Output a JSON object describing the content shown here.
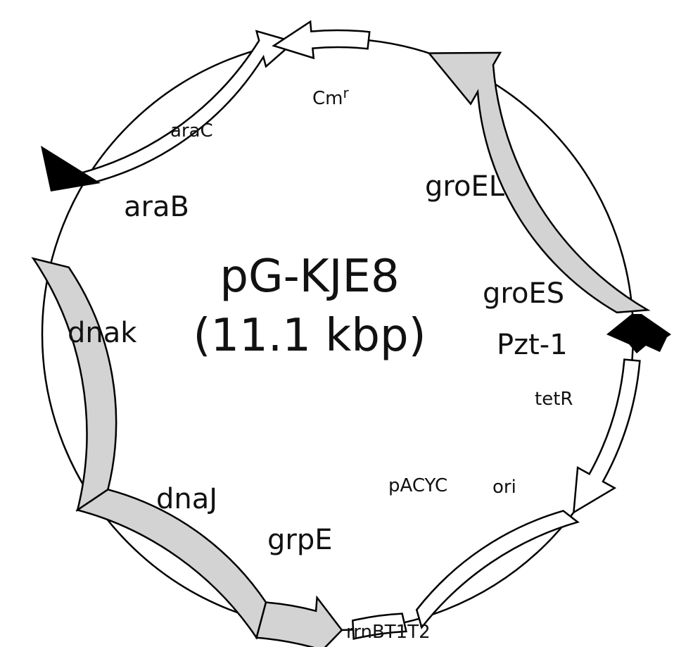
{
  "plasmid": {
    "name": "pG-KJE8",
    "size": "(11.1 kbp)"
  },
  "labels": {
    "cmr_base": "Cm",
    "cmr_sup": "r",
    "arac": "araC",
    "arab": "araB",
    "groel": "groEL",
    "groes": "groES",
    "pzt1": "Pzt-1",
    "tetr": "tetR",
    "dnak": "dnak",
    "dnaj": "dnaJ",
    "grpe": "grpE",
    "pacyc": "pACYC",
    "ori": "ori",
    "rrnbt1t2": "rrnBT1T2"
  },
  "colors": {
    "gene_fill": "#d3d3d3",
    "marker_fill": "#ffffff",
    "promoter": "#000000",
    "backbone": "#000000"
  }
}
